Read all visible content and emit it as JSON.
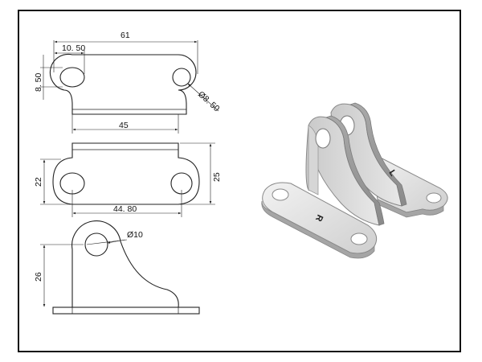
{
  "drawing": {
    "top_view": {
      "overall_width": "61",
      "hole_offset": "10. 50",
      "hole_height": "8. 50",
      "hole_diameter": "Ø8. 50",
      "base_width": "45"
    },
    "front_view": {
      "inner_height": "22",
      "outer_height": "25",
      "hole_spacing": "44. 80"
    },
    "side_view": {
      "hole_diameter": "Ø10",
      "height": "26"
    },
    "iso_view": {
      "right_label": "R",
      "left_label": "L"
    }
  },
  "colors": {
    "line": "#222222",
    "part_face": "#d9d9d9",
    "part_edge": "#9a9a9a",
    "part_dark": "#b8b8b8",
    "part_light": "#efefef"
  }
}
